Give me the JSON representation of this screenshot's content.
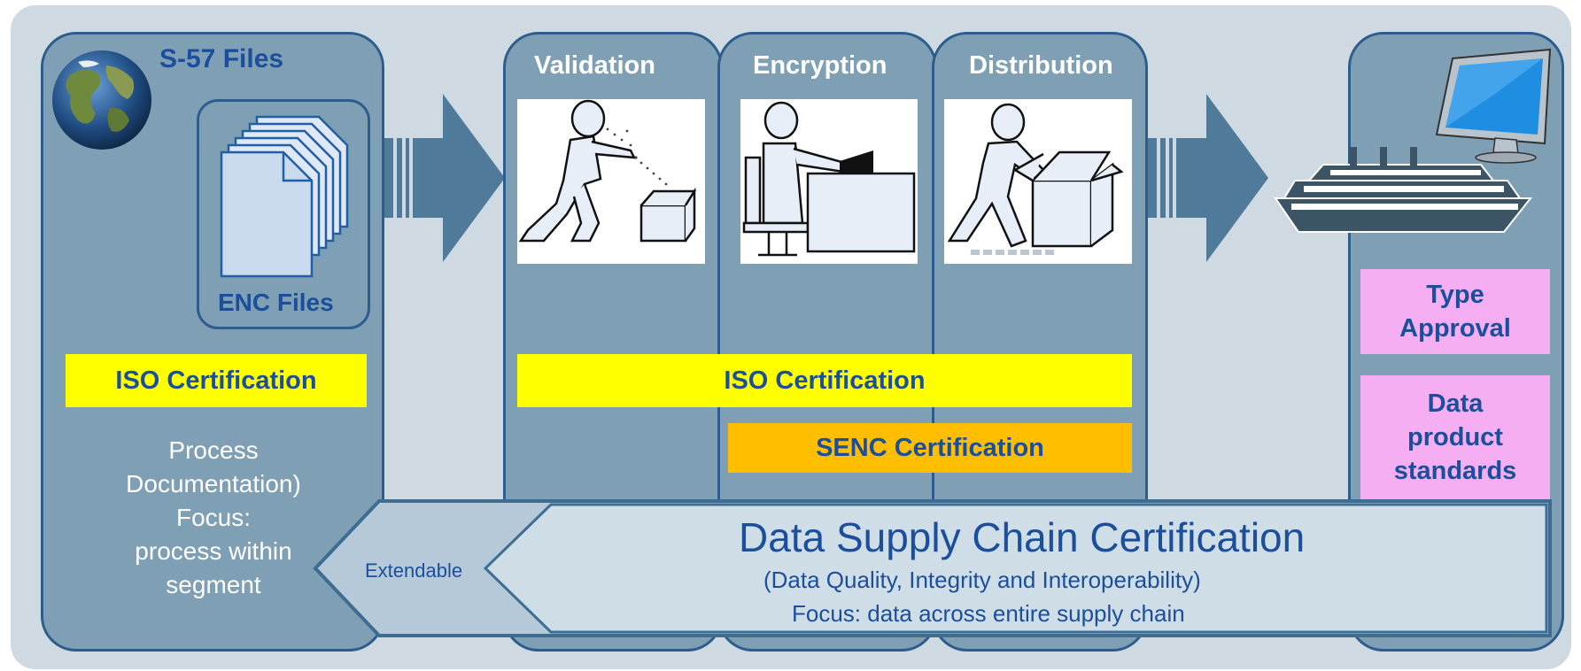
{
  "source_panel": {
    "title": "S-57 Files",
    "enc_label": "ENC Files",
    "iso_label": "ISO Certification",
    "process_lines": [
      "Process",
      "Documentation)",
      "Focus:",
      "process within",
      "segment"
    ]
  },
  "stages": [
    {
      "title": "Validation"
    },
    {
      "title": "Encryption"
    },
    {
      "title": "Distribution"
    }
  ],
  "stage_iso_label": "ISO Certification",
  "senc_label": "SENC Certification",
  "end_panel": {
    "type_approval_lines": [
      "Type",
      "Approval"
    ],
    "data_product_lines": [
      "Data",
      "product",
      "standards"
    ]
  },
  "chain": {
    "title": "Data Supply Chain Certification",
    "subtitle": "(Data Quality, Integrity and Interoperability)",
    "focus": "Focus: data across entire supply chain",
    "extendable": "Extendable"
  },
  "colors": {
    "panel": "#7f9fb4",
    "border": "#2c5d8e",
    "text_blue": "#1b4f9c",
    "iso_yellow": "#ffff00",
    "senc_orange": "#ffbe00",
    "standards_pink": "#f5aef2",
    "background": "#cfd9e2"
  },
  "icons": [
    "globe-icon",
    "document-stack-icon",
    "person-validating-icon",
    "person-at-desk-icon",
    "person-packing-box-icon",
    "cruise-ship-icon",
    "computer-monitor-icon",
    "arrow-right-icon",
    "arrow-left-icon"
  ]
}
